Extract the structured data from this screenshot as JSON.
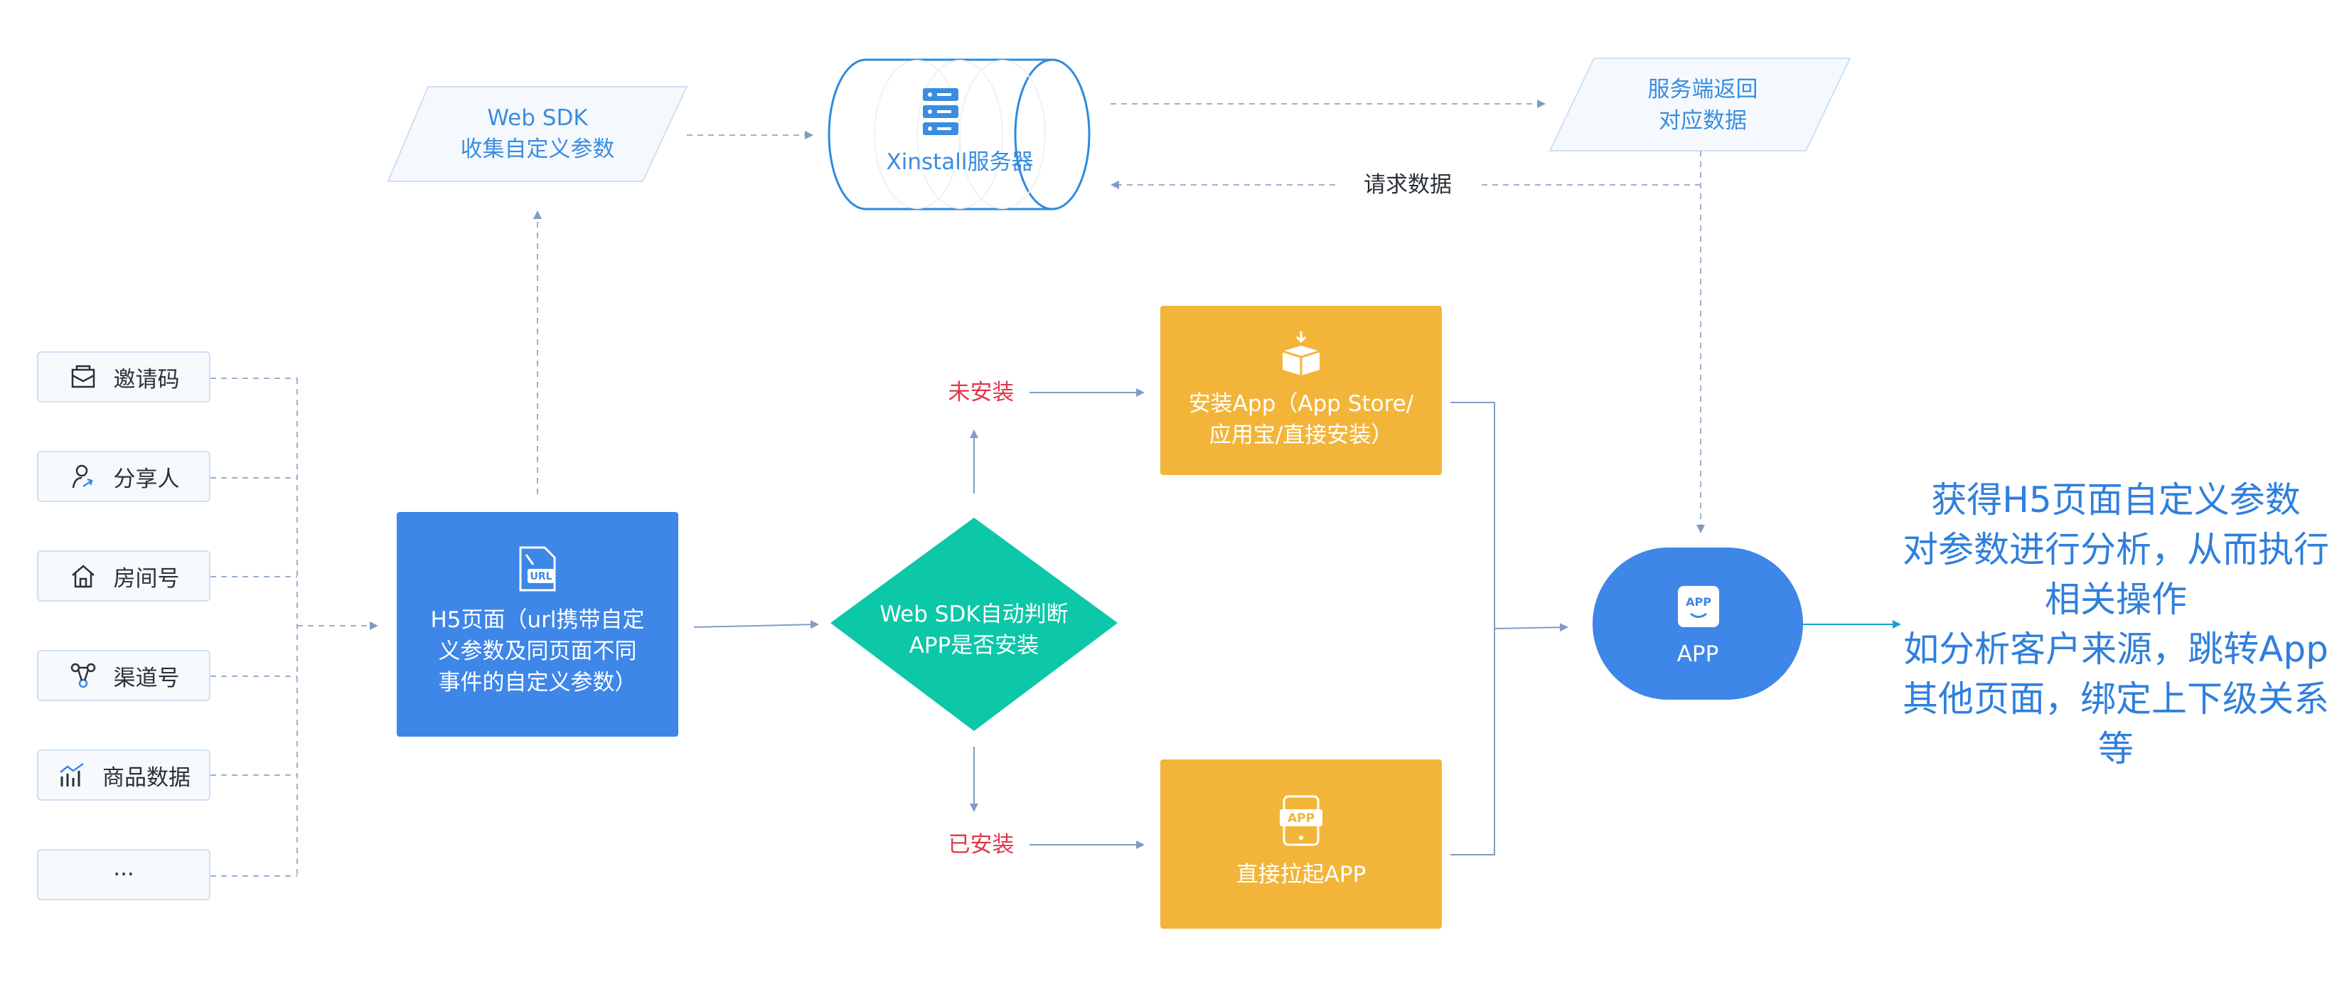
{
  "params": [
    {
      "label": "邀请码",
      "icon": "envelope-icon"
    },
    {
      "label": "分享人",
      "icon": "person-share-icon"
    },
    {
      "label": "房间号",
      "icon": "house-icon"
    },
    {
      "label": "渠道号",
      "icon": "channel-icon"
    },
    {
      "label": "商品数据",
      "icon": "bar-chart-icon"
    },
    {
      "label": "···",
      "icon": ""
    }
  ],
  "websdk_collect": {
    "line1": "Web SDK",
    "line2": "收集自定义参数"
  },
  "server": {
    "label": "Xinstall服务器",
    "icon": "server-icon"
  },
  "server_return": {
    "line1": "服务端返回",
    "line2": "对应数据"
  },
  "request_label": "请求数据",
  "h5": {
    "line1": "H5页面（url携带自定",
    "line2": "义参数及同页面不同",
    "line3": "事件的自定义参数）",
    "icon": "url-file-icon"
  },
  "decision": {
    "line1": "Web SDK自动判断",
    "line2": "APP是否安装"
  },
  "not_installed": "未安装",
  "installed": "已安装",
  "install_app": {
    "line1": "安装App（App Store/",
    "line2": "应用宝/直接安装）",
    "icon": "open-box-icon"
  },
  "launch_app": {
    "line1": "直接拉起APP",
    "icon": "app-tablet-icon"
  },
  "app": {
    "label": "APP",
    "icon_text": "APP"
  },
  "result": {
    "line1": "获得H5页面自定义参数",
    "line2": "对参数进行分析，从而执行",
    "line3": "相关操作",
    "line4": "如分析客户来源，跳转App",
    "line5": "其他页面，绑定上下级关系",
    "line6": "等"
  },
  "colors": {
    "blue": "#3e86e8",
    "teal": "#0cc7a8",
    "orange": "#f2b53a",
    "red": "#e0364b",
    "line": "#8fa9cc",
    "text_blue": "#2f7fdc"
  }
}
